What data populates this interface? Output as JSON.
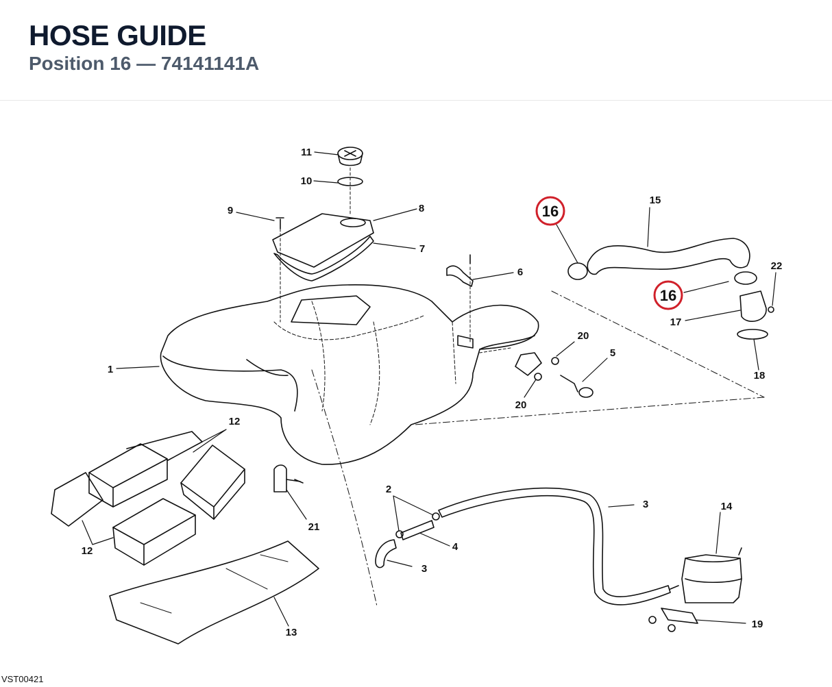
{
  "header": {
    "title": "HOSE GUIDE",
    "subtitle": "Position 16 — 74141141A"
  },
  "highlight": {
    "color": "#d0202a",
    "label": "16"
  },
  "callouts": {
    "c1": "1",
    "c2": "2",
    "c3a": "3",
    "c3b": "3",
    "c4": "4",
    "c5": "5",
    "c6": "6",
    "c7": "7",
    "c8": "8",
    "c9": "9",
    "c10": "10",
    "c11": "11",
    "c12a": "12",
    "c12b": "12",
    "c13": "13",
    "c14": "14",
    "c15": "15",
    "c17": "17",
    "c18": "18",
    "c19": "19",
    "c20a": "20",
    "c20b": "20",
    "c21": "21",
    "c22": "22"
  },
  "reference_code": "VST00421"
}
